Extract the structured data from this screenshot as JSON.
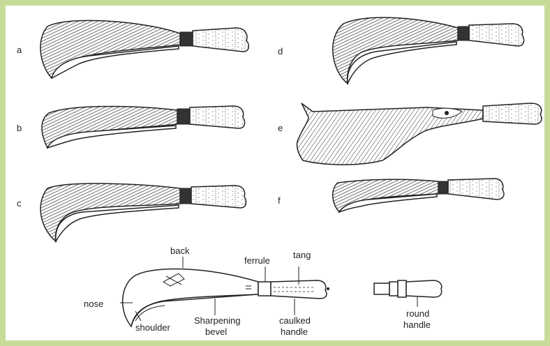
{
  "figure": {
    "variants": [
      {
        "letter": "a"
      },
      {
        "letter": "b"
      },
      {
        "letter": "c"
      },
      {
        "letter": "d"
      },
      {
        "letter": "e"
      },
      {
        "letter": "f"
      }
    ],
    "parts": {
      "back": "back",
      "ferrule": "ferrule",
      "tang": "tang",
      "nose": "nose",
      "shoulder": "shoulder",
      "sharpening_bevel_line1": "Sharpening",
      "sharpening_bevel_line2": "bevel",
      "caulked_handle_line1": "caulked",
      "caulked_handle_line2": "handle",
      "round_handle_line1": "round",
      "round_handle_line2": "handle"
    }
  },
  "colors": {
    "frame_border": "#c8dc9a",
    "ink": "#222222",
    "paper": "#ffffff"
  }
}
